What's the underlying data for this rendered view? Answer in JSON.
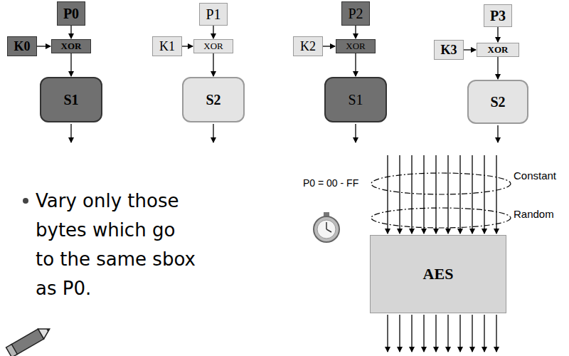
{
  "diagram": {
    "nodes": [
      {
        "text": [
          "P0"
        ]
      },
      {
        "text": [
          "K0"
        ]
      },
      {
        "text": [
          "XOR"
        ]
      },
      {
        "text": [
          "S1"
        ]
      },
      {
        "text": [
          "P1"
        ]
      },
      {
        "text": [
          "K1"
        ]
      },
      {
        "text": [
          "XOR"
        ]
      },
      {
        "text": [
          "S2"
        ]
      },
      {
        "text": [
          "P2"
        ]
      },
      {
        "text": [
          "K2"
        ]
      },
      {
        "text": [
          "XOR"
        ]
      },
      {
        "text": [
          "S1"
        ]
      },
      {
        "text": [
          "P3"
        ]
      },
      {
        "text": [
          "K3"
        ]
      },
      {
        "text": [
          "XOR"
        ]
      },
      {
        "text": [
          "S2"
        ]
      },
      {
        "text": [
          "AES"
        ]
      }
    ],
    "edges": [
      {
        "from": 0,
        "to": 2,
        "arrow": "to"
      },
      {
        "from": 1,
        "to": 2,
        "arrow": "to"
      },
      {
        "from": 2,
        "to": 3,
        "arrow": "to"
      },
      {
        "from": 4,
        "to": 6,
        "arrow": "to"
      },
      {
        "from": 5,
        "to": 6,
        "arrow": "to"
      },
      {
        "from": 6,
        "to": 7,
        "arrow": "to"
      },
      {
        "from": 8,
        "to": 10,
        "arrow": "to"
      },
      {
        "from": 9,
        "to": 10,
        "arrow": "to"
      },
      {
        "from": 10,
        "to": 11,
        "arrow": "to"
      },
      {
        "from": 12,
        "to": 14,
        "arrow": "to"
      },
      {
        "from": 13,
        "to": 14,
        "arrow": "to"
      },
      {
        "from": 14,
        "to": 15,
        "arrow": "to"
      }
    ],
    "labels": [
      "Vary only those bytes which go to the same sbox as P0.",
      "P0 = 00 - FF",
      "Constant",
      "Random"
    ]
  }
}
